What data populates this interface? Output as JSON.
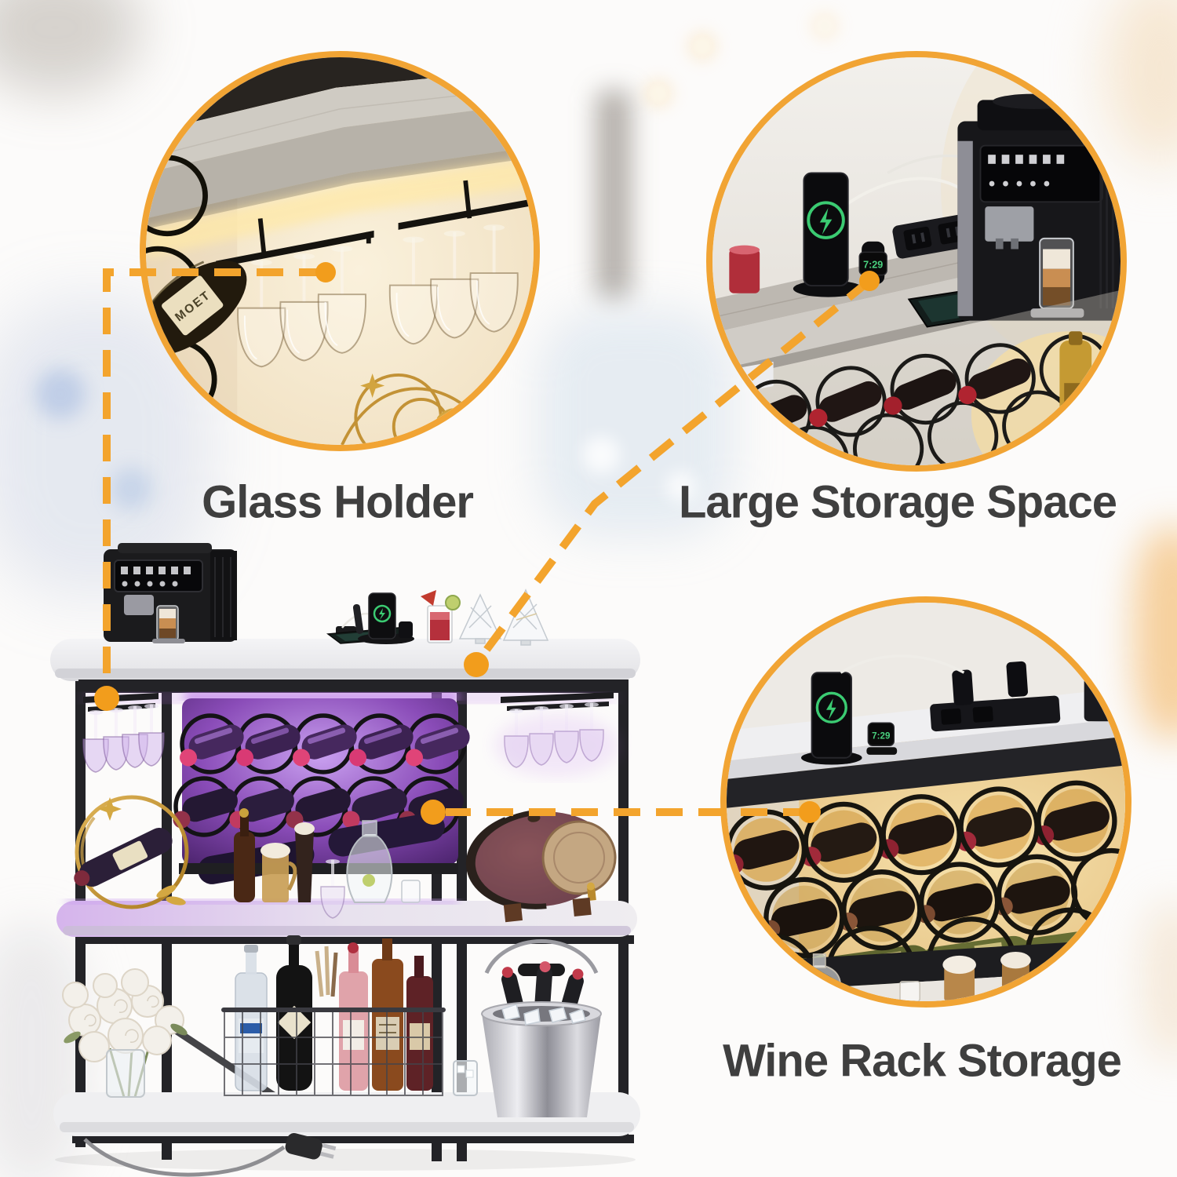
{
  "callouts": {
    "glass_holder": {
      "label": "Glass Holder"
    },
    "large_storage_space": {
      "label": "Large Storage Space"
    },
    "wine_rack_storage": {
      "label": "Wine Rack Storage"
    }
  },
  "overlay_text": {
    "watch_time": "7:29",
    "wine_bottle_label": "MOET"
  },
  "icons": {
    "charging_bolt": "charging-bolt-icon",
    "connector_dot": "callout-point-dot"
  },
  "colors": {
    "accent_orange": "#F1A434",
    "connector_dot_orange": "#F29D1C",
    "label_text": "#3F3F3F",
    "led_purple": "#B76FE8",
    "charging_green": "#3BCB72",
    "background": "#FCFBFA"
  }
}
